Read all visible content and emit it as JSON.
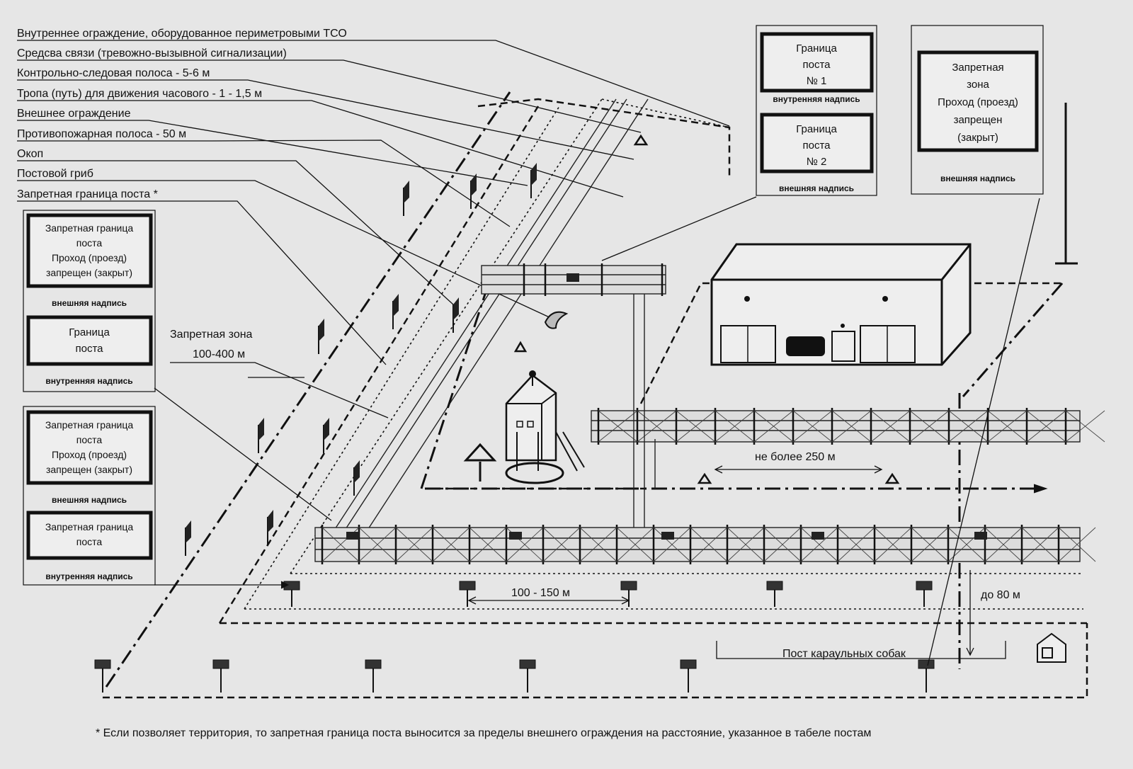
{
  "labels": [
    "Внутреннее ограждение, оборудованное периметровыми ТСО",
    "Средсва связи (тревожно-вызывной сигнализации)",
    "Контрольно-следовая полоса - 5-6 м",
    "Тропа (путь) для движения часового - 1 - 1,5 м",
    "Внешнее ограждение",
    "Противопожарная полоса - 50 м",
    "Окоп",
    "Постовой гриб",
    "Запретная граница поста *"
  ],
  "signs_top": {
    "post1": {
      "lines": [
        "Граница",
        "поста",
        "№ 1"
      ],
      "caption": "внутренняя надпись"
    },
    "post2": {
      "lines": [
        "Граница",
        "поста",
        "№ 2"
      ],
      "caption": "внешняя надпись"
    },
    "zone": {
      "lines": [
        "Запретная",
        "зона",
        "Проход (проезд)",
        "запрещен",
        "(закрыт)"
      ],
      "caption": "внешняя надпись"
    }
  },
  "signs_left": [
    {
      "lines": [
        "Запретная граница",
        "поста",
        "Проход (проезд)",
        "запрещен (закрыт)"
      ],
      "caption": "внешняя надпись"
    },
    {
      "lines": [
        "Граница",
        "поста"
      ],
      "caption": "внутренняя надпись"
    },
    {
      "lines": [
        "Запретная граница",
        "поста",
        "Проход (проезд)",
        "запрещен (закрыт)"
      ],
      "caption": "внешняя надпись"
    },
    {
      "lines": [
        "Запретная граница",
        "поста"
      ],
      "caption": "внутренняя надпись"
    }
  ],
  "dimensions": {
    "zone_line1": "Запретная зона",
    "zone_line2": "100-400 м",
    "max250": "не более 250 м",
    "range100_150": "100 - 150 м",
    "up_to80": "до 80 м",
    "dog_post": "Пост караульных собак"
  },
  "footnote": "* Если позволяет территория, то запретная граница поста выносится за пределы внешнего ограждения на расстояние, указанное в табеле постам"
}
